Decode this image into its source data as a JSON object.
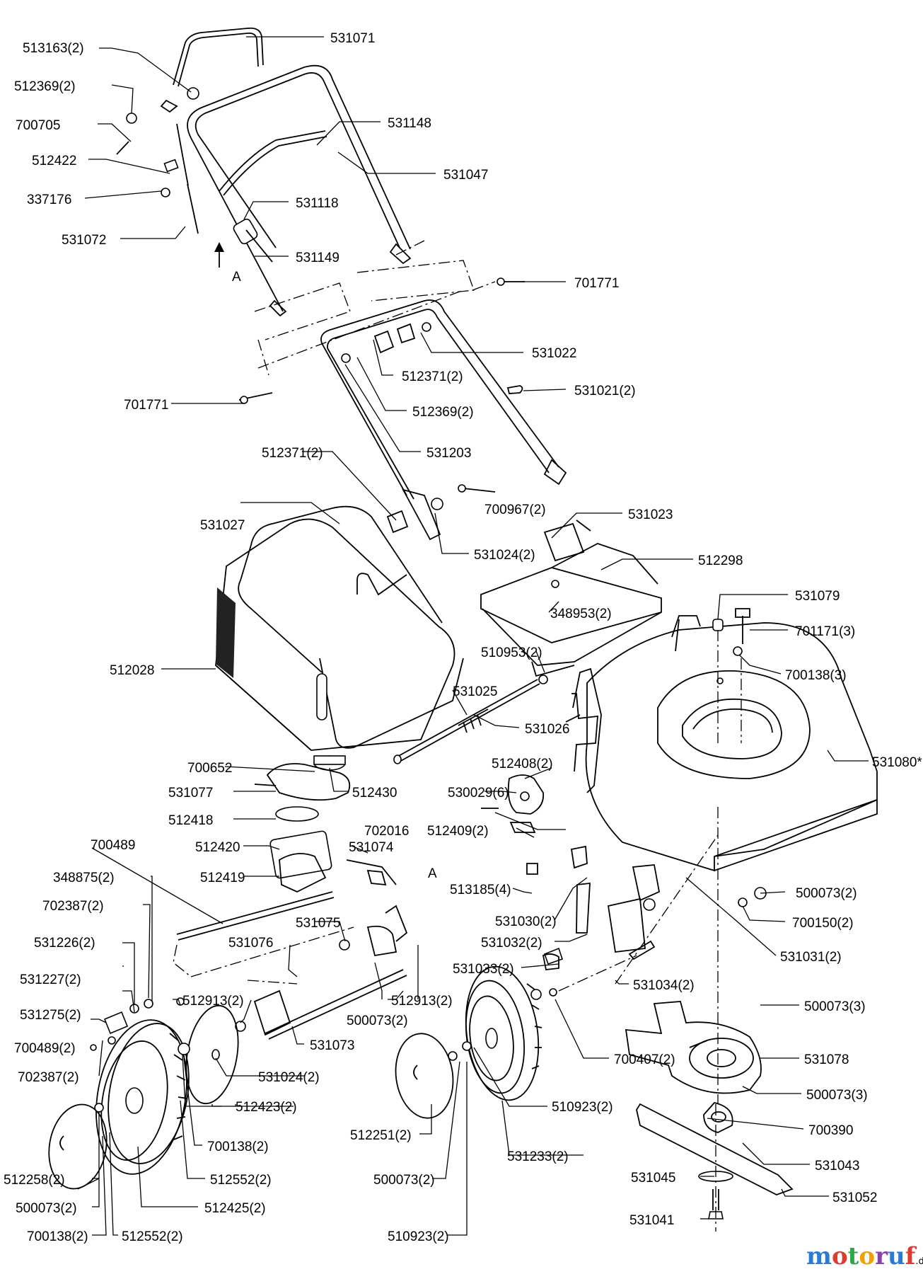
{
  "labels": {
    "p531071": "531071",
    "p513163": "513163(2)",
    "p512369a": "512369(2)",
    "p700705": "700705",
    "p512422": "512422",
    "p337176": "337176",
    "p531072": "531072",
    "p531148": "531148",
    "p531047": "531047",
    "p531118": "531118",
    "p531149": "531149",
    "pA1": "A",
    "p701771a": "701771",
    "p531022": "531022",
    "p512371a": "512371(2)",
    "p531021": "531021(2)",
    "p701771b": "701771",
    "p512369b": "512369(2)",
    "p531203": "531203",
    "p512371b": "512371(2)",
    "p700967": "700967(2)",
    "p531027": "531027",
    "p531023": "531023",
    "p531024a": "531024(2)",
    "p512298": "512298",
    "p348953": "348953(2)",
    "p531079": "531079",
    "p701171": "701171(3)",
    "p512028": "512028",
    "p510953": "510953(2)",
    "p700138a": "700138(3)",
    "p531025": "531025",
    "p531026": "531026",
    "p531080": "531080*",
    "p700652": "700652",
    "p512408": "512408(2)",
    "p531077": "531077",
    "p512430": "512430",
    "p530029": "530029(6)",
    "p512418": "512418",
    "p702016": "702016",
    "p512409": "512409(2)",
    "p700489a": "700489",
    "p512420": "512420",
    "p531074": "531074",
    "p348875": "348875(2)",
    "p512419": "512419",
    "pA2": "A",
    "p513185": "513185(4)",
    "p500073a": "500073(2)",
    "p702387a": "702387(2)",
    "p531030": "531030(2)",
    "p700150": "700150(2)",
    "p531075": "531075",
    "p531226": "531226(2)",
    "p531076": "531076",
    "p531032": "531032(2)",
    "p531031": "531031(2)",
    "p531033": "531033(2)",
    "p531227": "531227(2)",
    "p512913a": "512913(2)",
    "p512913b": "512913(2)",
    "p531034": "531034(2)",
    "p531275": "531275(2)",
    "p500073b": "500073(2)",
    "p500073c": "500073(3)",
    "p700489b": "700489(2)",
    "p531073": "531073",
    "p531078": "531078",
    "p700407": "700407(2)",
    "p531024b": "531024(2)",
    "p702387b": "702387(2)",
    "p500073d": "500073(3)",
    "p512423": "512423(2)",
    "p510923a": "510923(2)",
    "p700390": "700390",
    "p512251": "512251(2)",
    "p700138b": "700138(2)",
    "p531043": "531043",
    "p531233": "531233(2)",
    "p512258": "512258(2)",
    "p512552a": "512552(2)",
    "p500073e": "500073(2)",
    "p531045": "531045",
    "p531052": "531052",
    "p500073f": "500073(2)",
    "p512425": "512425(2)",
    "p700138c": "700138(2)",
    "p512552b": "512552(2)",
    "p510923b": "510923(2)",
    "p531041": "531041"
  },
  "watermark": {
    "main": "motoruf",
    "suffix": ".de"
  },
  "colors": {
    "brand_m": "#2a7bd5",
    "brand_o1": "#e03b2f",
    "brand_t": "#2da84a",
    "brand_o2": "#f0a000",
    "brand_r": "#8a3fb5",
    "brand_u": "#2a7bd5",
    "brand_f": "#e03b2f"
  }
}
